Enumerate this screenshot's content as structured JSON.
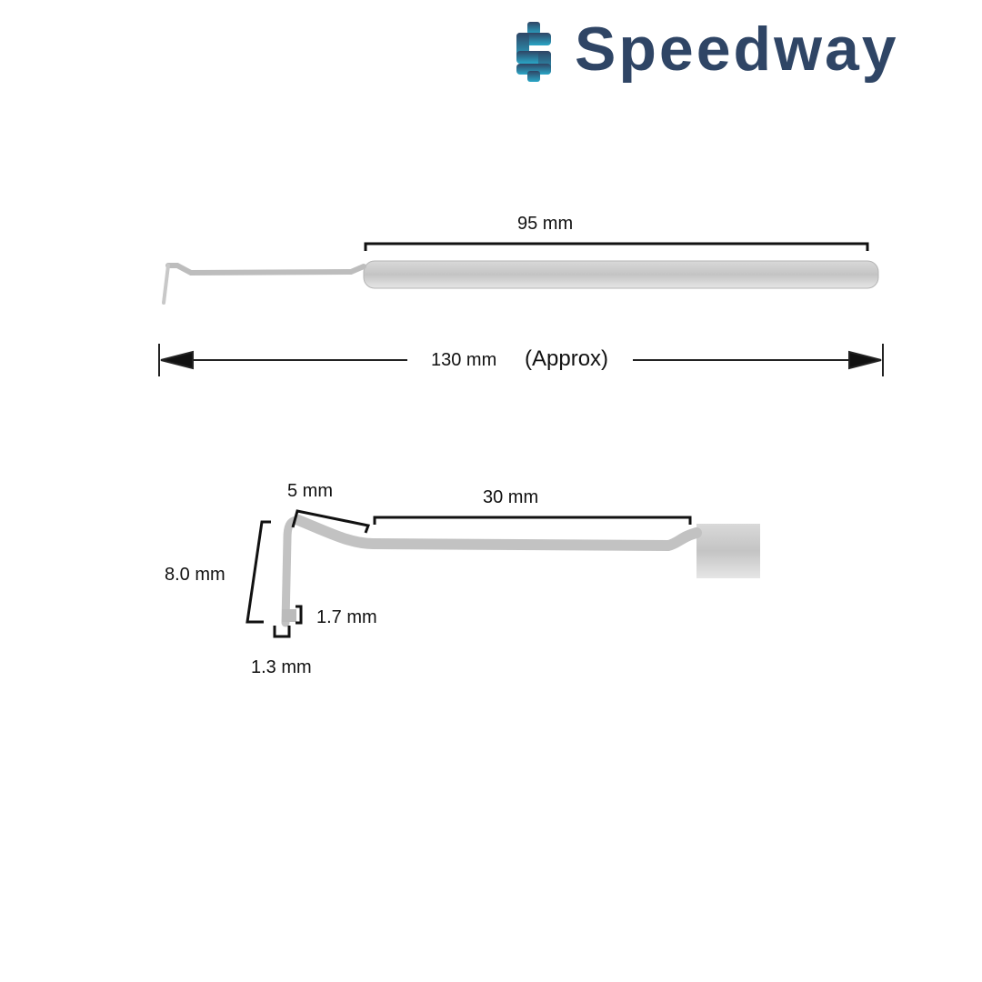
{
  "brand": {
    "name": "Speedway",
    "color": "#2f4565",
    "accent": "#2aa6c6"
  },
  "full_view": {
    "handle_length_label": "95 mm",
    "total_length_label": "130 mm",
    "approx_label": "(Approx)"
  },
  "detail_view": {
    "tip_bend_label": "5 mm",
    "shaft_label": "30 mm",
    "hook_height_label": "8.0 mm",
    "tip_depth_label": "1.7 mm",
    "tip_width_label": "1.3 mm"
  }
}
